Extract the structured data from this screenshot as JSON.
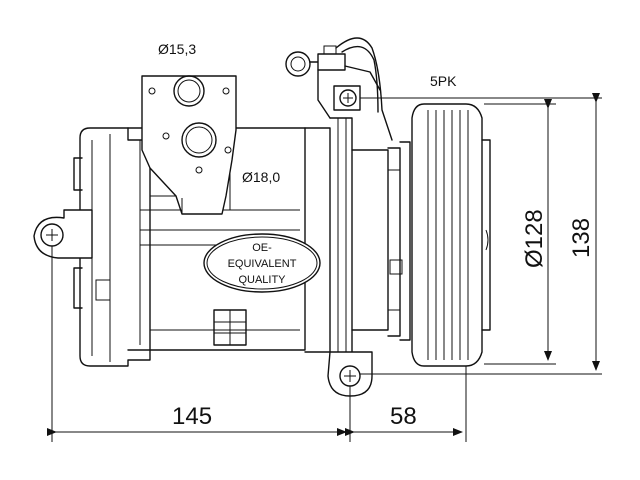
{
  "labels": {
    "port_small_diameter": "Ø15,3",
    "port_large_diameter": "Ø18,0",
    "belt_profile": "5PK",
    "pulley_diameter": "Ø128",
    "overall_height": "138",
    "body_length": "145",
    "pulley_offset": "58"
  },
  "badge": {
    "line1": "OE-",
    "line2": "EQUIVALENT",
    "line3": "QUALITY"
  }
}
